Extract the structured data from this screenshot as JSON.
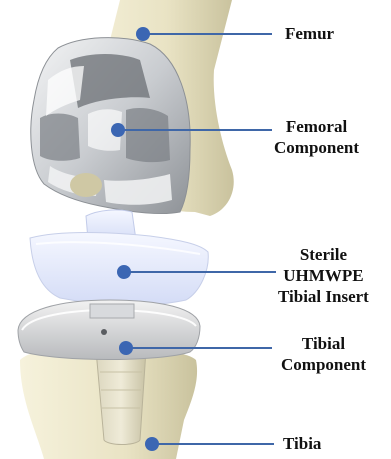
{
  "labels": {
    "femur": "Femur",
    "femoral_component": [
      "Femoral",
      "Component"
    ],
    "tibial_insert": [
      "Sterile",
      "UHMWPE",
      "Tibial Insert"
    ],
    "tibial_component": [
      "Tibial",
      "Component"
    ],
    "tibia": "Tibia"
  },
  "colors": {
    "leader": "#3f67a8",
    "dot": "#3b66b3",
    "bone": "#e9e3c4",
    "metal": "#d7d9dc",
    "insert": "#e6ebfb"
  }
}
